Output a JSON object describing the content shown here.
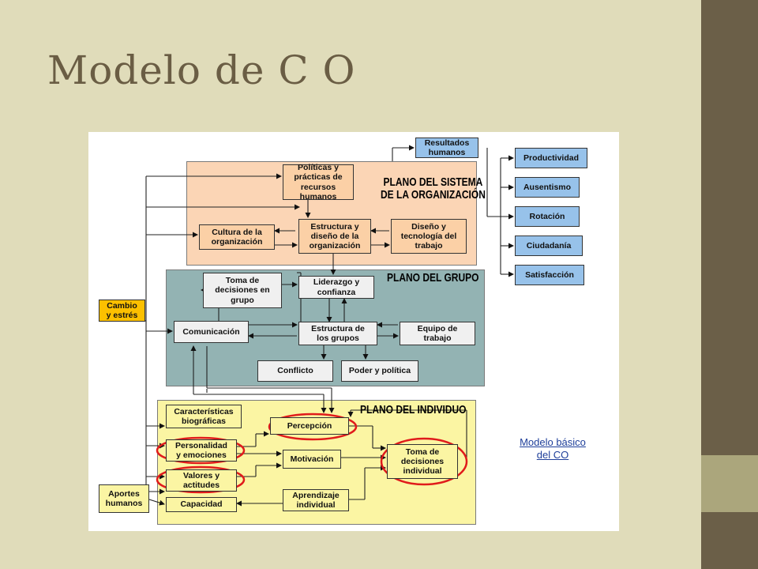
{
  "slide": {
    "title": "Modelo de C O"
  },
  "diagram": {
    "org_plane_title": "PLANO DEL SISTEMA\nDE LA ORGANIZACIÓN",
    "group_plane_title": "PLANO DEL GRUPO",
    "individual_plane_title": "PLANO DEL INDIVIDUO",
    "org": {
      "politicas": "Políticas y\nprácticas de\nrecursos humanos",
      "estructura_org": "Estructura y\ndiseño de la\norganización",
      "cultura": "Cultura de la\norganización",
      "diseno_tec": "Diseño y\ntecnología del\ntrabajo"
    },
    "group": {
      "toma_grupo": "Toma de\ndecisiones en\ngrupo",
      "liderazgo": "Liderazgo y\nconfianza",
      "comunicacion": "Comunicación",
      "estructura_grupos": "Estructura de\nlos grupos",
      "equipo": "Equipo de\ntrabajo",
      "conflicto": "Conflicto",
      "poder": "Poder y política"
    },
    "individual": {
      "caracteristicas": "Características\nbiográficas",
      "personalidad": "Personalidad\ny emociones",
      "valores": "Valores y\nactitudes",
      "capacidad": "Capacidad",
      "percepcion": "Percepción",
      "motivacion": "Motivación",
      "aprendizaje": "Aprendizaje\nindividual",
      "toma_individual": "Toma de\ndecisiones\nindividual"
    },
    "inputs": {
      "cambio": "Cambio\ny estrés",
      "aportes": "Aportes\nhumanos"
    },
    "outcomes": {
      "resultados": "Resultados\nhumanos",
      "items": [
        "Productividad",
        "Ausentismo",
        "Rotación",
        "Ciudadanía",
        "Satisfacción"
      ]
    },
    "link": "Modelo básico\ndel CO",
    "colors": {
      "org_plane": "#fbd5b5",
      "group_plane": "#93b3b3",
      "individual_plane": "#fbf5a3",
      "outcome_box": "#97c2ea",
      "input_box": "#fcc000",
      "highlight_circle": "#e01b1b"
    }
  }
}
